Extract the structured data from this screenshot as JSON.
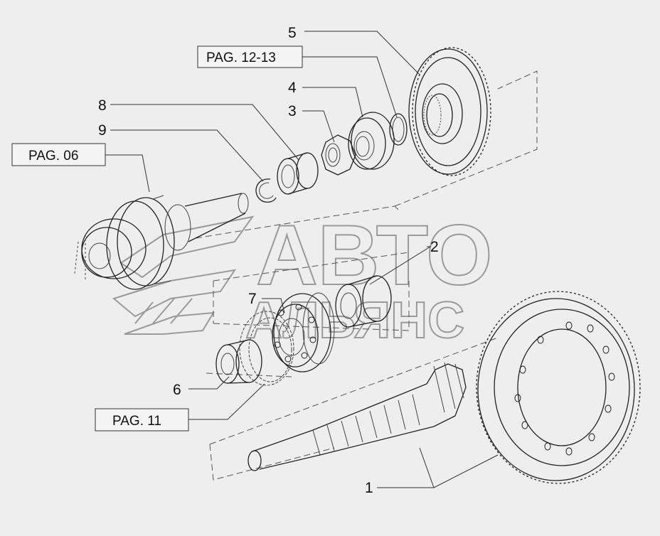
{
  "labels": {
    "l1": "1",
    "l2": "2",
    "l3": "3",
    "l4": "4",
    "l5": "5",
    "l6": "6",
    "l7": "7",
    "l8": "8",
    "l9": "9"
  },
  "page_refs": {
    "pag_12_13": "PAG. 12-13",
    "pag_06": "PAG. 06",
    "pag_11": "PAG. 11"
  },
  "watermark": {
    "line1": "АВТО",
    "line2": "АЛЬЯНС"
  },
  "colors": {
    "background": "#eeeeee",
    "line": "#222222",
    "watermark": "#9a9a9a"
  }
}
